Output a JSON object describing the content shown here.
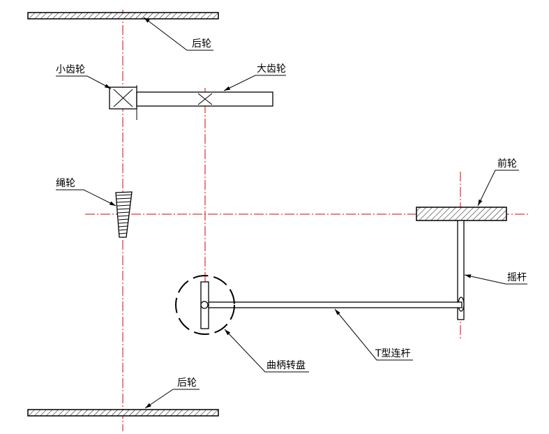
{
  "labels": {
    "rear_wheel_top": "后轮",
    "small_gear": "小齿轮",
    "big_gear": "大齿轮",
    "rope_wheel": "绳轮",
    "front_wheel": "前轮",
    "rocker": "摇杆",
    "t_link": "T型连杆",
    "crank_disk": "曲柄转盘",
    "rear_wheel_bottom": "后轮"
  },
  "colors": {
    "centerline": "#e00000",
    "outline": "#000000",
    "background": "#ffffff"
  }
}
